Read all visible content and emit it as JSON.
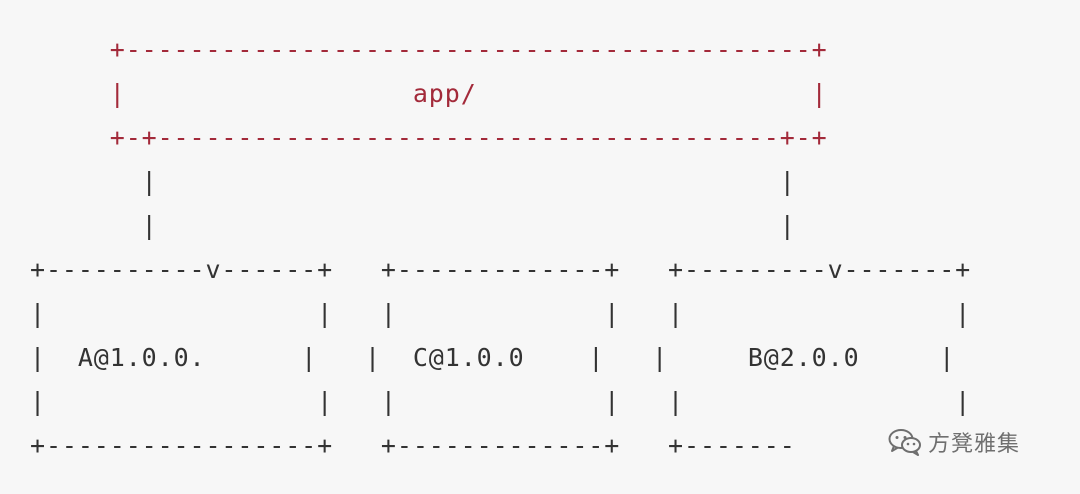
{
  "diagram": {
    "app_label": "app/",
    "packages": [
      {
        "label": "A@1.0.0."
      },
      {
        "label": "C@1.0.0"
      },
      {
        "label": "B@2.0.0"
      }
    ],
    "edges": [
      {
        "from": "app/",
        "to": "A@1.0.0."
      },
      {
        "from": "app/",
        "to": "B@2.0.0"
      }
    ]
  },
  "watermark": {
    "icon": "wechat-icon",
    "text": "方凳雅集"
  },
  "colors": {
    "background": "#f7f7f7",
    "app_box": "#a32a3a",
    "package_box": "#333333"
  }
}
